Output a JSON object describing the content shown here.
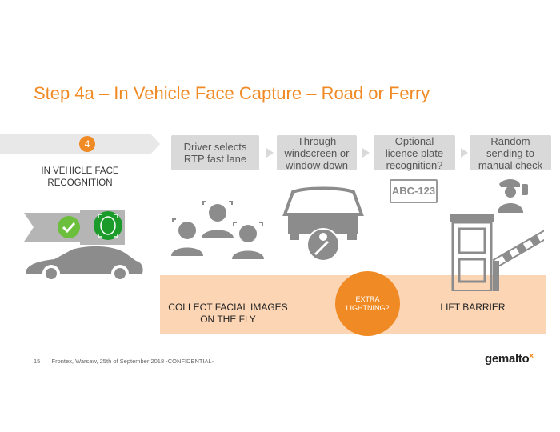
{
  "title": "Step 4a – In Vehicle Face Capture – Road or Ferry",
  "step": {
    "number": "4",
    "label_line1": "IN VEHICLE FACE",
    "label_line2": "RECOGNITION"
  },
  "steps": [
    {
      "line1": "Driver selects",
      "line2": "RTP fast lane",
      "line3": ""
    },
    {
      "line1": "Through",
      "line2": "windscreen or",
      "line3": "window down"
    },
    {
      "line1": "Optional",
      "line2": "licence plate",
      "line3": "recognition?"
    },
    {
      "line1": "Random",
      "line2": "sending to",
      "line3": "manual check"
    }
  ],
  "plate_text": "ABC-123",
  "band": {
    "collect_line1": "COLLECT FACIAL IMAGES",
    "collect_line2": "ON THE FLY",
    "extra_line1": "EXTRA",
    "extra_line2": "LIGHTNING?",
    "lift": "LIFT BARRIER"
  },
  "footer": {
    "page": "15",
    "text": "Frontex, Warsaw, 25th of September 2018  -CONFIDENTIAL-"
  },
  "logo": "gemalto",
  "logo_mark": "×",
  "colors": {
    "accent": "#f08a24",
    "box": "#d9d9d9",
    "band": "#fcd5b4",
    "icon": "#8c8c8c",
    "check": "#4caf50",
    "face_green": "#2e9e2e"
  }
}
